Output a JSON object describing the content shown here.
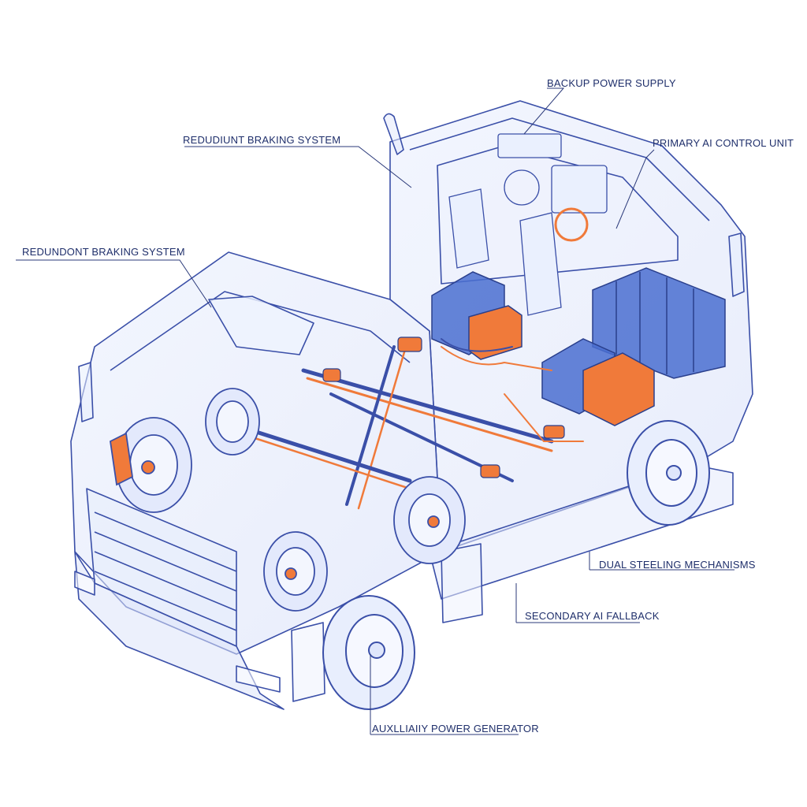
{
  "callouts": {
    "backup_power": "BACKUP POWER SUPPLY",
    "braking_top": "REDUDIUNT BRAKING SYSTEM",
    "primary_ai": "PRIMARY AI CONTROL UNIT",
    "braking_left": "REDUNDONT BRAKING SYSTEM",
    "dual_steering": "DUAL STEELING MECHANISMS",
    "secondary_ai": "SECONDARY AI FALLBACK",
    "aux_power": "AUXLLIAIIY POWER GENERATOR"
  },
  "colors": {
    "line": "#3a4fa8",
    "glass": "#dfe6fb",
    "component_blue": "#4a6fd0",
    "component_orange": "#f07a3a",
    "label_text": "#1f2f6b"
  }
}
